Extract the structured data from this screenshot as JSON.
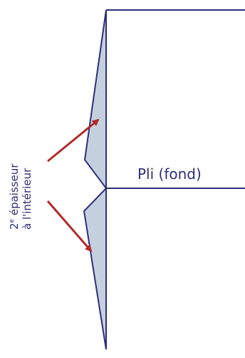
{
  "labels": {
    "fold": "Pli (fond)",
    "note_line1_number": "2",
    "note_line1_sup": "e",
    "note_line1_rest": " épaisseur",
    "note_line2": "à l'intérieur"
  },
  "colors": {
    "stroke": "#2d2f7a",
    "fill": "#c5d0de",
    "arrow": "#b22a2a",
    "text": "#2d2f7a"
  }
}
